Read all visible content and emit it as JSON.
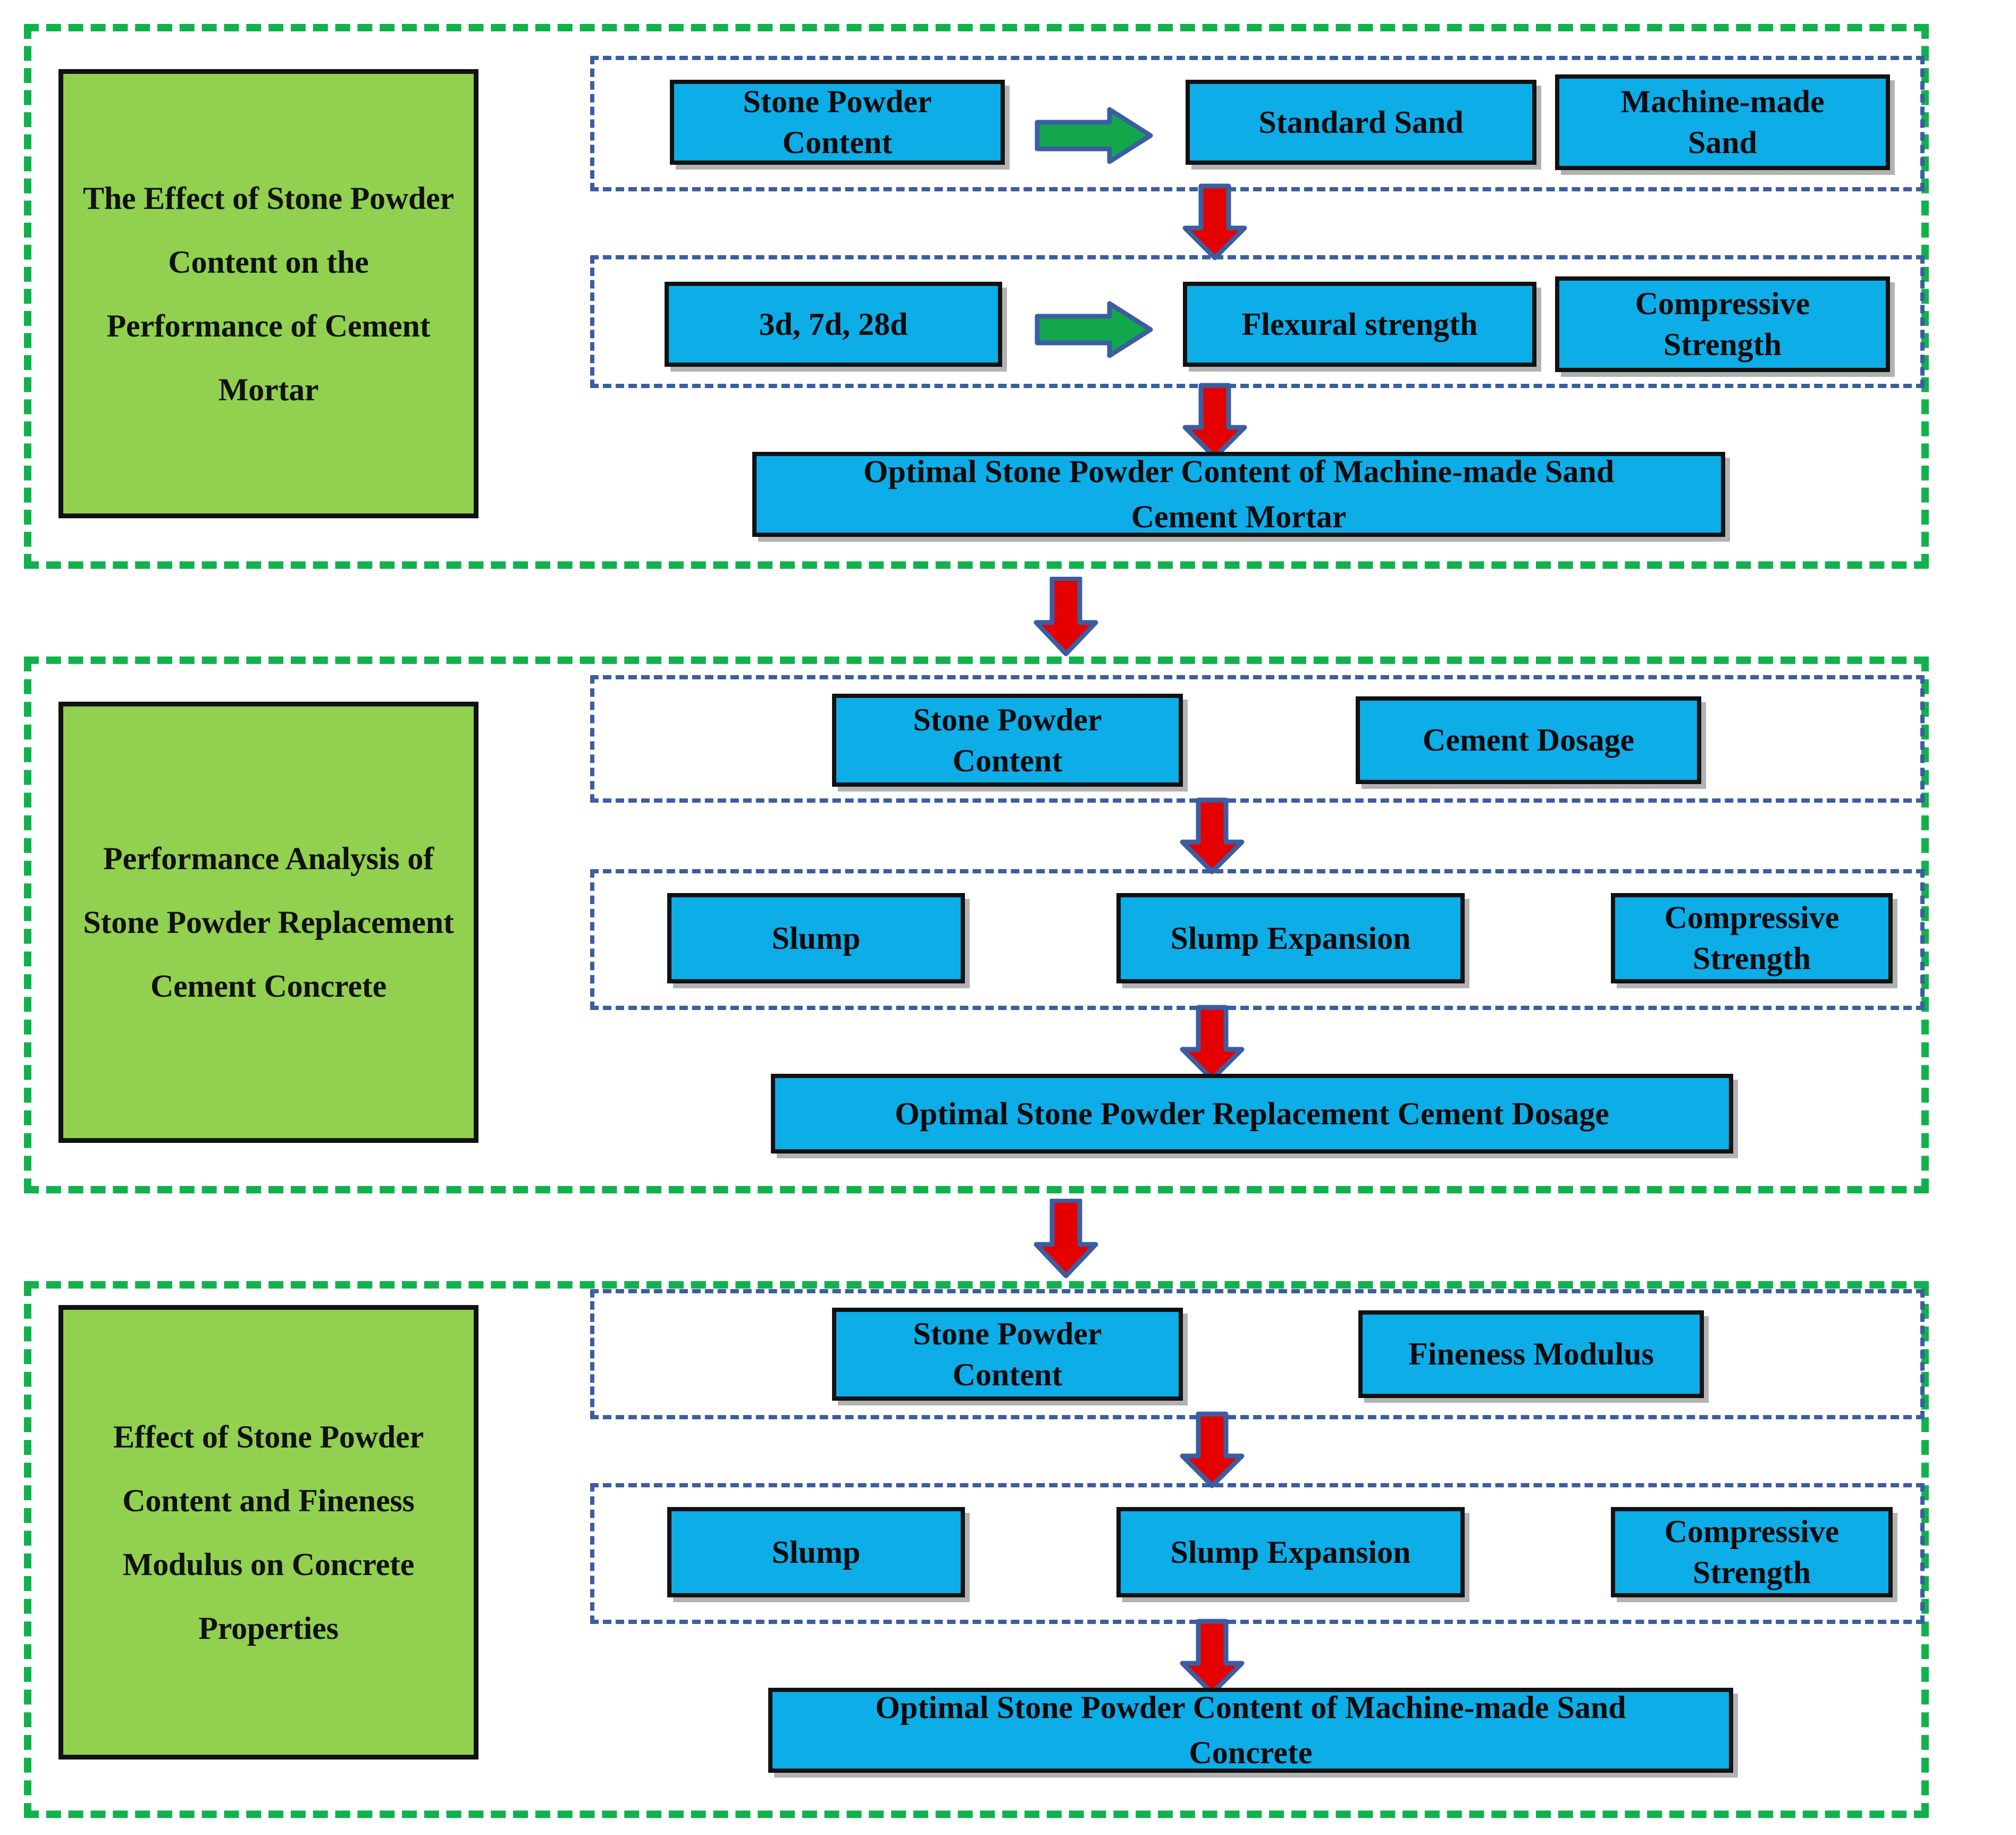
{
  "diagram": {
    "title": "Research framework flowchart on stone powder content in machine-made sand",
    "colors": {
      "section_border": "#11B24C",
      "title_panel_fill": "#92D050",
      "group_border": "#3B5EA0",
      "box_fill": "#0DADE8",
      "box_border": "#111111",
      "arrow_green": "#12A74B",
      "arrow_red": "#E50000",
      "arrow_outline": "#3B5EA0"
    },
    "sections": [
      {
        "id": "section-1",
        "title": "The Effect of Stone Powder Content on the Performance of Cement Mortar",
        "groups": [
          {
            "id": "group-1-1",
            "boxes": [
              "Stone Powder\nContent",
              "Standard Sand",
              "Machine-made\nSand"
            ],
            "connector": "green-right-arrow"
          },
          {
            "id": "group-1-2",
            "boxes": [
              "3d, 7d, 28d",
              "Flexural strength",
              "Compressive\nStrength"
            ],
            "connector": "green-right-arrow"
          }
        ],
        "outcome": "Optimal Stone Powder Content of Machine-made Sand\nCement Mortar"
      },
      {
        "id": "section-2",
        "title": "Performance Analysis of Stone Powder Replacement Cement Concrete",
        "groups": [
          {
            "id": "group-2-1",
            "boxes": [
              "Stone Powder\nContent",
              "Cement Dosage"
            ],
            "connector": "none"
          },
          {
            "id": "group-2-2",
            "boxes": [
              "Slump",
              "Slump Expansion",
              "Compressive\nStrength"
            ],
            "connector": "none"
          }
        ],
        "outcome": "Optimal Stone Powder Replacement Cement Dosage"
      },
      {
        "id": "section-3",
        "title": "Effect of Stone Powder Content and Fineness Modulus on Concrete Properties",
        "groups": [
          {
            "id": "group-3-1",
            "boxes": [
              "Stone Powder\nContent",
              "Fineness Modulus"
            ],
            "connector": "none"
          },
          {
            "id": "group-3-2",
            "boxes": [
              "Slump",
              "Slump Expansion",
              "Compressive\nStrength"
            ],
            "connector": "none"
          }
        ],
        "outcome": "Optimal Stone Powder Content of Machine-made Sand\nConcrete"
      }
    ],
    "labels": {
      "s1_title": "The Effect of Stone Powder Content on the Performance of Cement Mortar",
      "s1_b1": "Stone Powder\nContent",
      "s1_b2": "Standard Sand",
      "s1_b3": "Machine-made\nSand",
      "s1_b4": "3d, 7d, 28d",
      "s1_b5": "Flexural strength",
      "s1_b6": "Compressive\nStrength",
      "s1_outcome": "Optimal Stone Powder Content of Machine-made Sand\nCement Mortar",
      "s2_title": "Performance Analysis of Stone Powder Replacement Cement Concrete",
      "s2_b1": "Stone Powder\nContent",
      "s2_b2": "Cement Dosage",
      "s2_b3": "Slump",
      "s2_b4": "Slump Expansion",
      "s2_b5": "Compressive\nStrength",
      "s2_outcome": "Optimal Stone Powder Replacement Cement Dosage",
      "s3_title": "Effect of Stone Powder Content and Fineness Modulus on Concrete Properties",
      "s3_b1": "Stone Powder\nContent",
      "s3_b2": "Fineness Modulus",
      "s3_b3": "Slump",
      "s3_b4": "Slump Expansion",
      "s3_b5": "Compressive\nStrength",
      "s3_outcome": "Optimal Stone Powder Content of Machine-made Sand\nConcrete"
    }
  }
}
